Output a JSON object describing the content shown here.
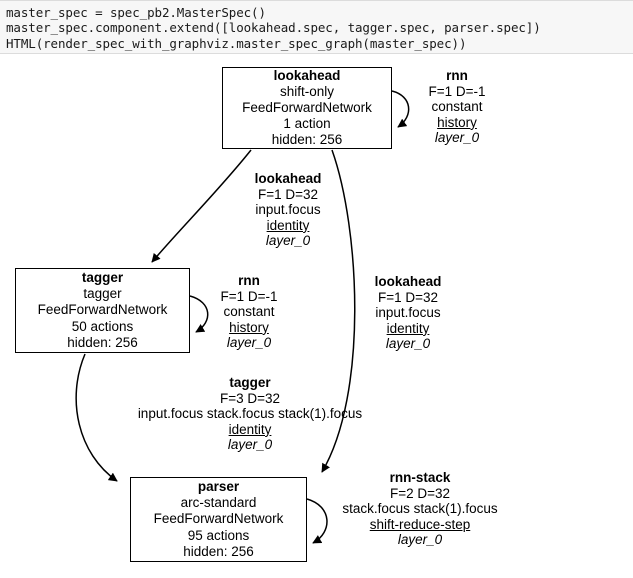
{
  "code_cell": {
    "lines": [
      "master_spec = spec_pb2.MasterSpec()",
      "master_spec.component.extend([lookahead.spec, tagger.spec, parser.spec])",
      "HTML(render_spec_with_graphviz.master_spec_graph(master_spec))"
    ]
  },
  "graph": {
    "nodes": [
      {
        "id": "lookahead",
        "title": "lookahead",
        "transition_system": "shift-only",
        "network": "FeedForwardNetwork",
        "actions": "1 action",
        "hidden": "hidden: 256"
      },
      {
        "id": "tagger",
        "title": "tagger",
        "transition_system": "tagger",
        "network": "FeedForwardNetwork",
        "actions": "50 actions",
        "hidden": "hidden: 256"
      },
      {
        "id": "parser",
        "title": "parser",
        "transition_system": "arc-standard",
        "network": "FeedForwardNetwork",
        "actions": "95 actions",
        "hidden": "hidden: 256"
      }
    ],
    "edges": [
      {
        "id": "rnn-lookahead-self",
        "source": "lookahead",
        "target": "lookahead",
        "title": "rnn",
        "fd": "F=1 D=-1",
        "features": "constant",
        "network": "history",
        "layer": "layer_0"
      },
      {
        "id": "lookahead-to-tagger",
        "source": "lookahead",
        "target": "tagger",
        "title": "lookahead",
        "fd": "F=1 D=32",
        "features": "input.focus",
        "network": "identity",
        "layer": "layer_0"
      },
      {
        "id": "rnn-tagger-self",
        "source": "tagger",
        "target": "tagger",
        "title": "rnn",
        "fd": "F=1 D=-1",
        "features": "constant",
        "network": "history",
        "layer": "layer_0"
      },
      {
        "id": "lookahead-to-parser",
        "source": "lookahead",
        "target": "parser",
        "title": "lookahead",
        "fd": "F=1 D=32",
        "features": "input.focus",
        "network": "identity",
        "layer": "layer_0"
      },
      {
        "id": "tagger-to-parser",
        "source": "tagger",
        "target": "parser",
        "title": "tagger",
        "fd": "F=3 D=32",
        "features": "input.focus stack.focus stack(1).focus",
        "network": "identity",
        "layer": "layer_0"
      },
      {
        "id": "rnn-stack-parser-self",
        "source": "parser",
        "target": "parser",
        "title": "rnn-stack",
        "fd": "F=2 D=32",
        "features": "stack.focus stack(1).focus",
        "network": "shift-reduce-step",
        "layer": "layer_0"
      }
    ]
  },
  "colors": {
    "code_background": "#f7f7f7",
    "code_border": "#dcdcdc",
    "node_stroke": "#000000",
    "node_fill": "#ffffff",
    "edge_stroke": "#000000",
    "text": "#000000"
  }
}
